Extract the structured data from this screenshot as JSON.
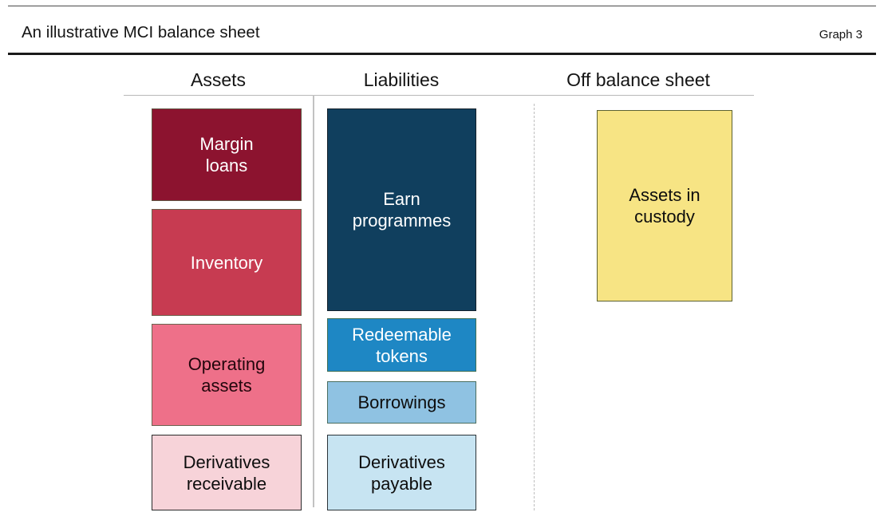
{
  "header": {
    "title": "An illustrative MCI balance sheet",
    "graph_number": "Graph 3"
  },
  "columns": {
    "assets": {
      "heading": "Assets"
    },
    "liabilities": {
      "heading": "Liabilities"
    },
    "off_balance_sheet": {
      "heading": "Off balance sheet"
    }
  },
  "diagram_data": {
    "type": "diagram",
    "title": "An illustrative MCI balance sheet",
    "layout": "three-column stacked block diagram",
    "columns": [
      {
        "name": "Assets",
        "blocks": [
          {
            "label": "Margin loans",
            "fill": "#8C132F",
            "text_color": "#ffffff",
            "border": "#5d5340"
          },
          {
            "label": "Inventory",
            "fill": "#C73B51",
            "text_color": "#ffffff",
            "border": "#6b5f4a"
          },
          {
            "label": "Operating assets",
            "fill": "#EE7089",
            "text_color": "#23060c",
            "border": "#6b6450"
          },
          {
            "label": "Derivatives receivable",
            "fill": "#F7D3D9",
            "text_color": "#0d0d0d",
            "border": "#2b2b2b"
          }
        ]
      },
      {
        "name": "Liabilities",
        "blocks": [
          {
            "label": "Earn programmes",
            "fill": "#103F5E",
            "text_color": "#ffffff",
            "border": "#14212b"
          },
          {
            "label": "Redeemable tokens",
            "fill": "#1E87C4",
            "text_color": "#ffffff",
            "border": "#3f6f56"
          },
          {
            "label": "Borrowings",
            "fill": "#8FC2E2",
            "text_color": "#0d0d0d",
            "border": "#4a6e60"
          },
          {
            "label": "Derivatives payable",
            "fill": "#C7E4F2",
            "text_color": "#0d0d0d",
            "border": "#2b3338"
          }
        ]
      },
      {
        "name": "Off balance sheet",
        "blocks": [
          {
            "label": "Assets in custody",
            "fill": "#F7E484",
            "text_color": "#0d0d0d",
            "border": "#5c6130"
          }
        ]
      }
    ]
  },
  "boxes": {
    "margin_loans": {
      "line1": "Margin",
      "line2": "loans"
    },
    "inventory": {
      "line1": "Inventory"
    },
    "operating_assets": {
      "line1": "Operating",
      "line2": "assets"
    },
    "derivatives_receivable": {
      "line1": "Derivatives",
      "line2": "receivable"
    },
    "earn_programmes": {
      "line1": "Earn",
      "line2": "programmes"
    },
    "redeemable_tokens": {
      "line1": "Redeemable",
      "line2": "tokens"
    },
    "borrowings": {
      "line1": "Borrowings"
    },
    "derivatives_payable": {
      "line1": "Derivatives",
      "line2": "payable"
    },
    "assets_in_custody": {
      "line1": "Assets in",
      "line2": "custody"
    }
  }
}
